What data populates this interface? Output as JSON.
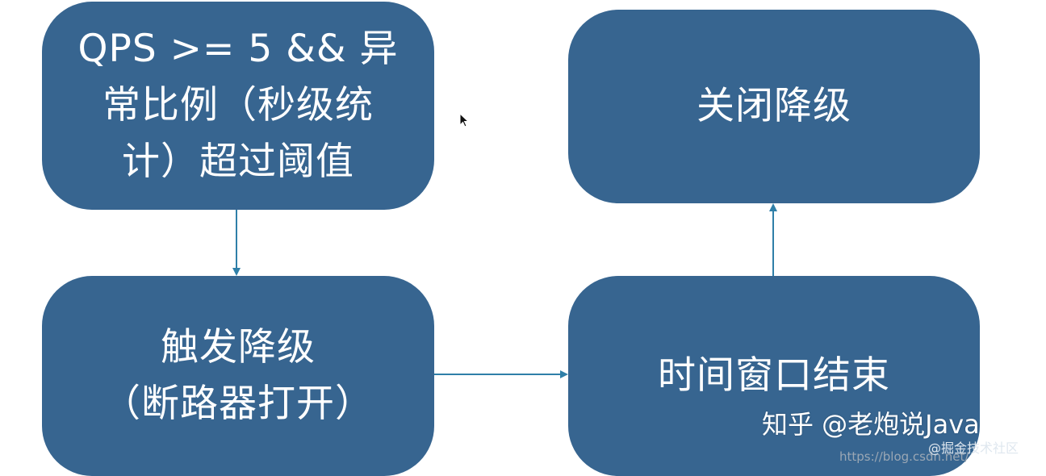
{
  "nodes": {
    "trigger_condition": "QPS >= 5 && 异\n常比例（秒级统\n计）超过阈值",
    "trigger_degrade": "触发降级\n（断路器打开）",
    "close_degrade": "关闭降级",
    "window_end": "时间窗口结束"
  },
  "watermark": {
    "main": "知乎 @老炮说Java",
    "sub": "@掘金技术社区",
    "url": "https://blog.csdn.net/"
  },
  "colors": {
    "node_fill": "#376590",
    "edge": "#2f7fa8"
  }
}
